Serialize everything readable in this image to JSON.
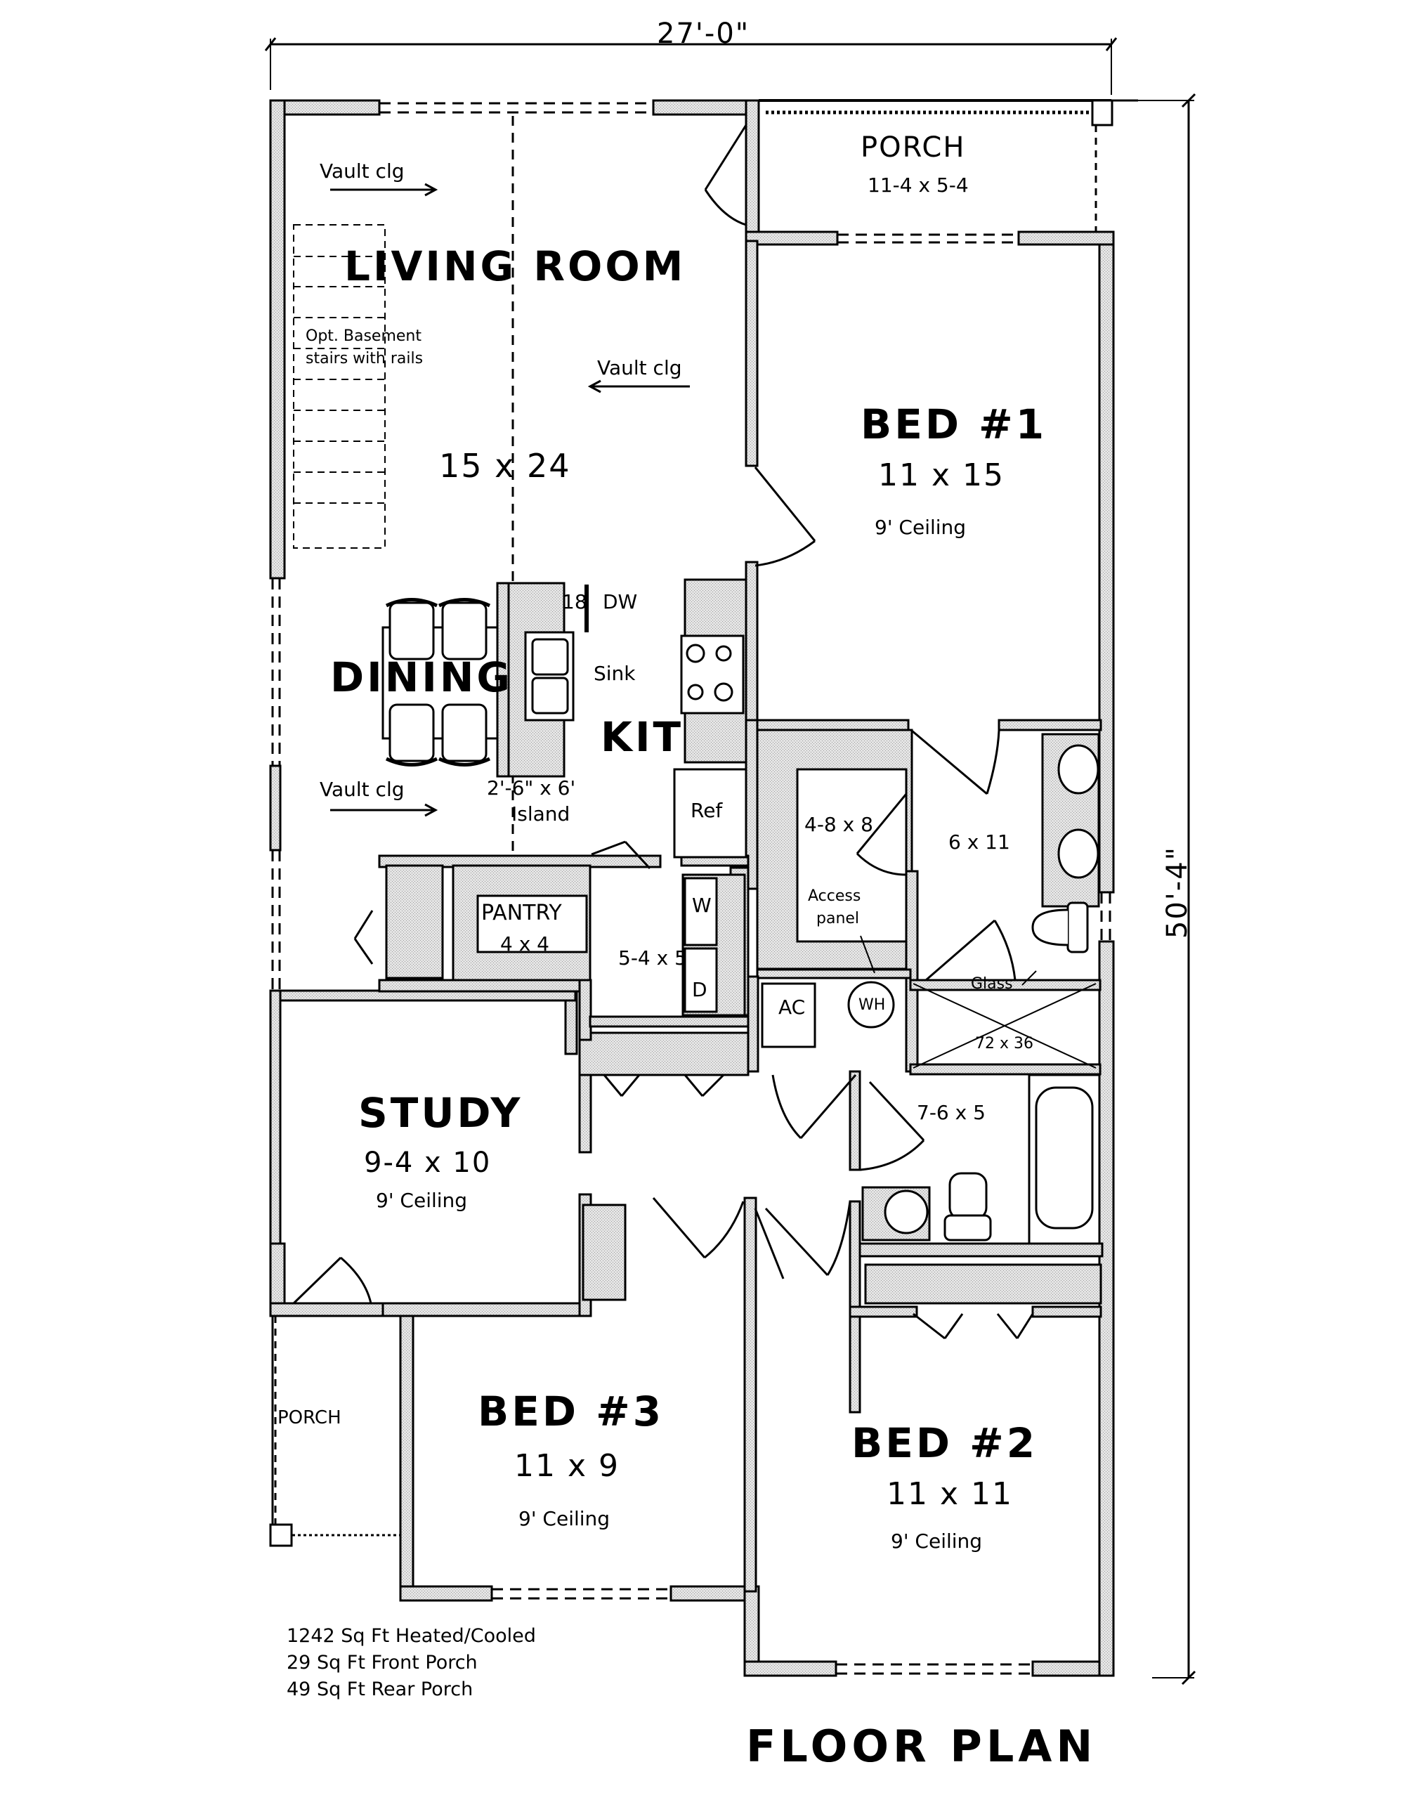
{
  "drawing": {
    "title": "FLOOR PLAN",
    "overall_width": "27'-0\"",
    "overall_depth": "50'-4\""
  },
  "rooms": {
    "living": {
      "name": "LIVING ROOM",
      "size": "15 x 24"
    },
    "dining": {
      "name": "DINING"
    },
    "kitchen": {
      "name": "KIT"
    },
    "front_porch_top": {
      "name": "PORCH",
      "size": "11-4 x 5-4"
    },
    "bed1": {
      "name": "BED #1",
      "size": "11 x 15",
      "ceiling": "9' Ceiling"
    },
    "bed2": {
      "name": "BED #2",
      "size": "11 x 11",
      "ceiling": "9' Ceiling"
    },
    "bed3": {
      "name": "BED #3",
      "size": "11 x 9",
      "ceiling": "9' Ceiling"
    },
    "study": {
      "name": "STUDY",
      "size": "9-4 x 10",
      "ceiling": "9' Ceiling"
    },
    "pantry": {
      "name": "PANTRY",
      "size": "4 x 4"
    },
    "laundry": {
      "size": "5-4 x 5",
      "washer": "W",
      "dryer": "D"
    },
    "closet_master": {
      "size": "4-8 x 8"
    },
    "master_bath": {
      "size": "6 x 11"
    },
    "shower": {
      "size": "72 x 36",
      "glass": "Glass"
    },
    "hall_bath": {
      "size": "7-6 x 5"
    },
    "side_porch": {
      "name": "PORCH"
    }
  },
  "annotations": {
    "vault_1": "Vault clg",
    "vault_2": "Vault clg",
    "vault_3": "Vault clg",
    "stairs_line1": "Opt. Basement",
    "stairs_line2": "stairs with rails",
    "dw_width": "18",
    "dw": "DW",
    "sink": "Sink",
    "island_size": "2'-6\" x 6'",
    "island": "Island",
    "ref": "Ref",
    "access_line1": "Access",
    "access_line2": "panel",
    "ac": "AC",
    "wh": "WH"
  },
  "area_notes": [
    "1242 Sq Ft Heated/Cooled",
    "29 Sq Ft Front Porch",
    "49 Sq Ft Rear Porch"
  ]
}
